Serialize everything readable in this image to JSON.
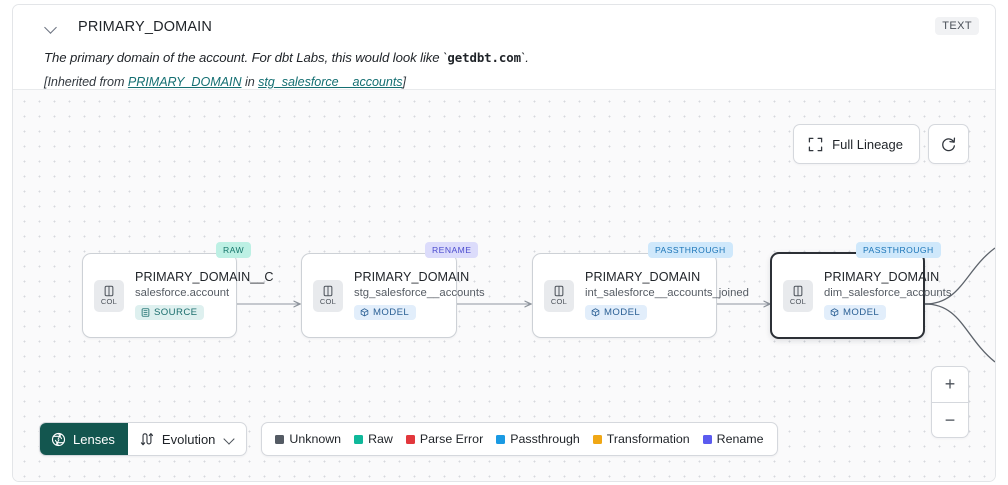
{
  "header": {
    "collapse_icon": "chevron-down-icon",
    "title": "PRIMARY_DOMAIN",
    "type_badge": "TEXT",
    "description_prefix": "The primary domain of the account. For dbt Labs, this would look like `",
    "description_code": "getdbt.com",
    "description_suffix": "`.",
    "inherited_prefix": "[Inherited from ",
    "inherited_link1": "PRIMARY_DOMAIN",
    "inherited_mid": " in ",
    "inherited_link2": "stg_salesforce__accounts",
    "inherited_suffix": "]"
  },
  "canvas": {
    "full_lineage_label": "Full Lineage",
    "full_lineage_icon": "expand-icon",
    "refresh_icon": "refresh-icon",
    "zoom_in_label": "+",
    "zoom_out_label": "−"
  },
  "nodes": [
    {
      "tag": "RAW",
      "tag_kind": "raw",
      "chip_label": "COL",
      "chip_icon": "column-icon",
      "name": "PRIMARY_DOMAIN__C",
      "subtitle": "salesforce.account",
      "kind_label": "SOURCE",
      "kind_icon": "database-icon",
      "kind_type": "source",
      "selected": false
    },
    {
      "tag": "RENAME",
      "tag_kind": "rename",
      "chip_label": "COL",
      "chip_icon": "column-icon",
      "name": "PRIMARY_DOMAIN",
      "subtitle": "stg_salesforce__accounts",
      "kind_label": "MODEL",
      "kind_icon": "cube-icon",
      "kind_type": "model",
      "selected": false
    },
    {
      "tag": "PASSTHROUGH",
      "tag_kind": "passthrough",
      "chip_label": "COL",
      "chip_icon": "column-icon",
      "name": "PRIMARY_DOMAIN",
      "subtitle": "int_salesforce__accounts_joined",
      "kind_label": "MODEL",
      "kind_icon": "cube-icon",
      "kind_type": "model",
      "selected": false
    },
    {
      "tag": "PASSTHROUGH",
      "tag_kind": "passthrough",
      "chip_label": "COL",
      "chip_icon": "column-icon",
      "name": "PRIMARY_DOMAIN",
      "subtitle": "dim_salesforce_accounts",
      "kind_label": "MODEL",
      "kind_icon": "cube-icon",
      "kind_type": "model",
      "selected": true
    }
  ],
  "toolbar": {
    "lenses_label": "Lenses",
    "lenses_icon": "aperture-icon",
    "evolution_label": "Evolution",
    "evolution_icon": "evolution-icon",
    "evolution_caret": "chevron-down-icon"
  },
  "legend": {
    "items": [
      {
        "label": "Unknown",
        "color": "#545b64"
      },
      {
        "label": "Raw",
        "color": "#0fb89a"
      },
      {
        "label": "Parse Error",
        "color": "#e2373c"
      },
      {
        "label": "Passthrough",
        "color": "#1a9ae3"
      },
      {
        "label": "Transformation",
        "color": "#f0a715"
      },
      {
        "label": "Rename",
        "color": "#5b5bef"
      }
    ]
  }
}
